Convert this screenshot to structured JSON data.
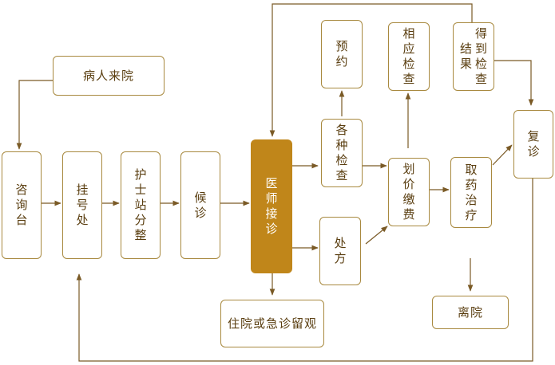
{
  "diagram": {
    "nodes": {
      "patient_arrives": "病人来院",
      "inquiry_desk": "咨询台",
      "registration": "挂号处",
      "nurse_triage": "护士站分整",
      "waiting": "候诊",
      "doctor_consult": "医师接诊",
      "hospitalize_or_observe": "住院或急诊留观",
      "examinations": "各种检查",
      "appointment": "预约",
      "related_exams": "相应检查",
      "result_col1": "结果",
      "result_col2": "得到检查",
      "prescription": "处方",
      "billing": "划价缴费",
      "medicine_treatment": "取药治疗",
      "leave": "离院",
      "follow_up": "复诊"
    },
    "colors": {
      "border": "#a8893f",
      "arrow": "#7a5a26",
      "text": "#5a3e10",
      "highlight_fill": "#c0861a",
      "highlight_text": "#ffffff"
    }
  }
}
